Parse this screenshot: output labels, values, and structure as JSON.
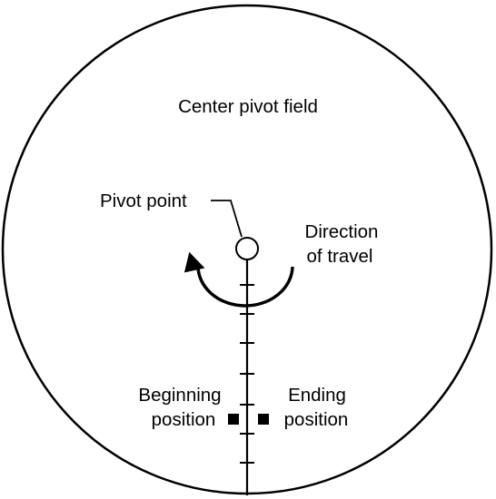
{
  "field": {
    "title": "Center pivot field"
  },
  "labels": {
    "pivot_point": "Pivot point",
    "direction_line1": "Direction",
    "direction_line2": "of travel",
    "beginning_line1": "Beginning",
    "beginning_line2": "position",
    "ending_line1": "Ending",
    "ending_line2": "position"
  },
  "colors": {
    "stroke": "#000000",
    "background": "#ffffff"
  }
}
